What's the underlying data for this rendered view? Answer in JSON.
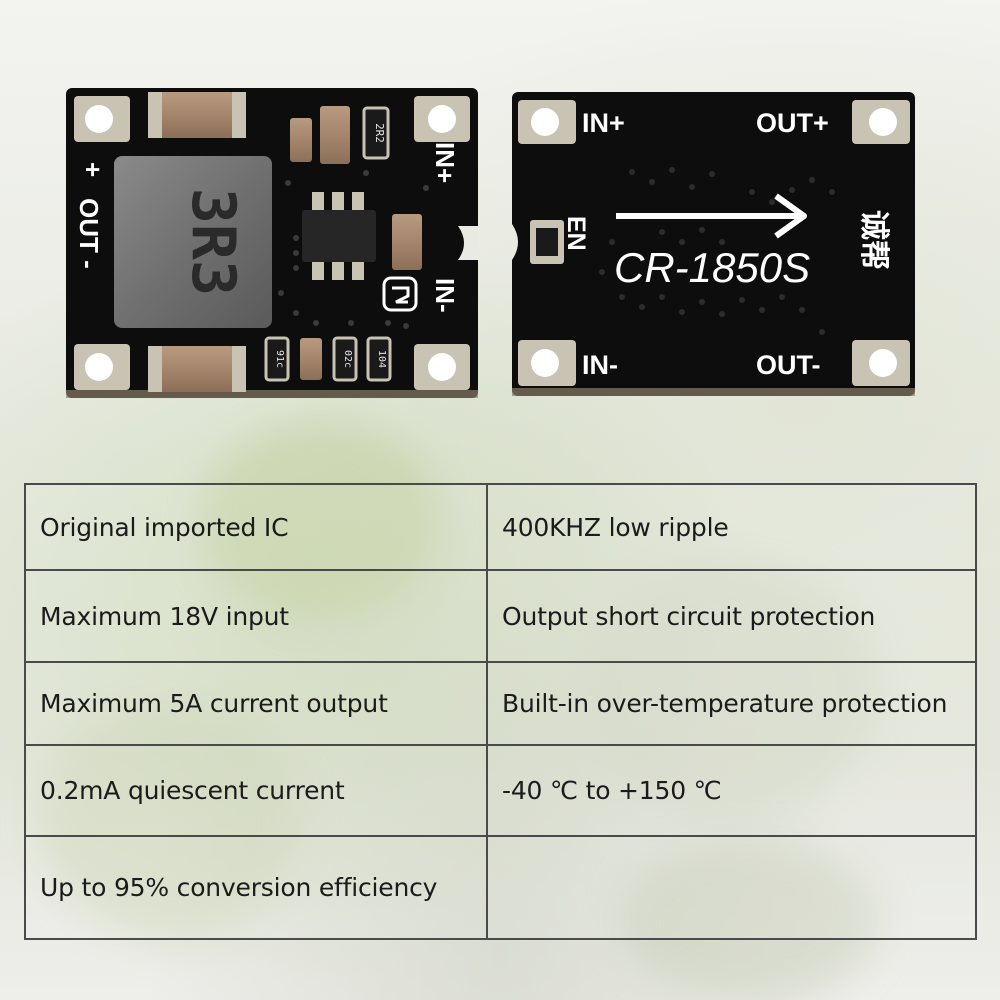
{
  "front_board": {
    "label_plus": "+",
    "label_out_minus": "OUT -",
    "label_in_plus": "IN+",
    "label_in_minus": "IN-",
    "inductor_marking": "3R3",
    "resistor_marking": "2R2",
    "cap_markings": [
      "91c",
      "",
      "02c",
      "104"
    ]
  },
  "back_board": {
    "label_in_plus": "IN+",
    "label_out_plus": "OUT+",
    "label_in_minus": "IN-",
    "label_out_minus": "OUT-",
    "label_en": "EN",
    "model": "CR-1850S",
    "chinese_mark": "诚帮"
  },
  "specs": {
    "rows": [
      {
        "left": "Original imported IC",
        "right": "400KHZ low ripple"
      },
      {
        "left": "Maximum 18V input",
        "right": "Output short circuit protection"
      },
      {
        "left": "Maximum 5A current output",
        "right": "Built-in over-temperature protection"
      },
      {
        "left": "0.2mA quiescent current",
        "right": "-40 ℃ to +150 ℃"
      },
      {
        "left": "Up to 95% conversion efficiency",
        "right": ""
      }
    ]
  }
}
